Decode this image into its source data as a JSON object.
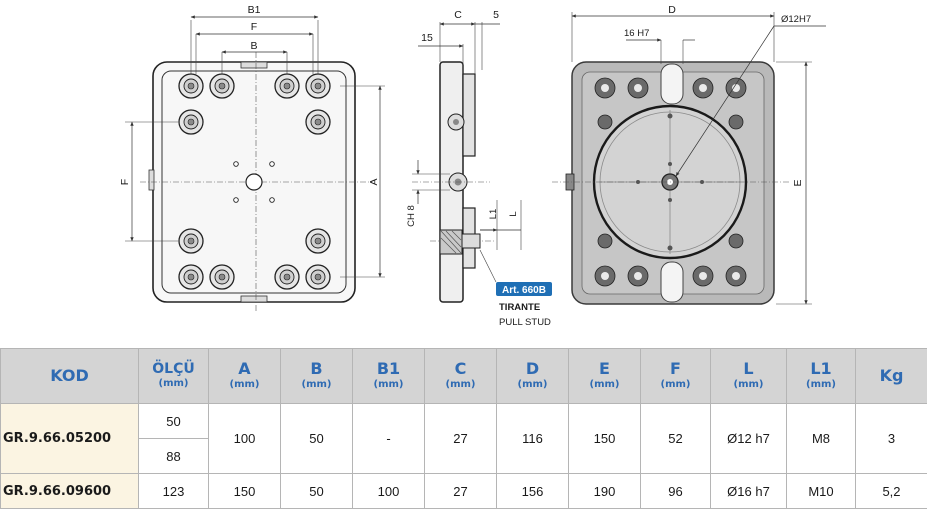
{
  "drawing": {
    "labels": {
      "b1": "B1",
      "f_top": "F",
      "b_top": "B",
      "f_side": "F",
      "a": "A",
      "c": "C",
      "five": "5",
      "fifteen": "15",
      "ch8": "CH 8",
      "l1": "L1",
      "l": "L",
      "d": "D",
      "sixteen": "16 H7",
      "phi12": "Ø12H7",
      "e": "E"
    },
    "badge": {
      "art": "Art. 660B",
      "tirante": "TIRANTE",
      "pull": "PULL STUD"
    },
    "colors": {
      "badge_bg": "#1f6fb5",
      "header_bg": "#d4d4d4",
      "header_text": "#2f6bb3",
      "code_bg": "#fbf4e2"
    }
  },
  "table": {
    "headers": [
      {
        "main": "KOD",
        "unit": ""
      },
      {
        "main": "ÖLÇÜ",
        "unit": "(mm)"
      },
      {
        "main": "A",
        "unit": "(mm)"
      },
      {
        "main": "B",
        "unit": "(mm)"
      },
      {
        "main": "B1",
        "unit": "(mm)"
      },
      {
        "main": "C",
        "unit": "(mm)"
      },
      {
        "main": "D",
        "unit": "(mm)"
      },
      {
        "main": "E",
        "unit": "(mm)"
      },
      {
        "main": "F",
        "unit": "(mm)"
      },
      {
        "main": "L",
        "unit": "(mm)"
      },
      {
        "main": "L1",
        "unit": "(mm)"
      },
      {
        "main": "Kg",
        "unit": ""
      }
    ],
    "row1": {
      "kod": "GR.9.66.05200",
      "olcu_a": "50",
      "olcu_b": "88",
      "a": "100",
      "b": "50",
      "b1": "-",
      "c": "27",
      "d": "116",
      "e": "150",
      "f": "52",
      "l": "Ø12 h7",
      "l1": "M8",
      "kg": "3"
    },
    "row2": {
      "kod": "GR.9.66.09600",
      "olcu": "123",
      "a": "150",
      "b": "50",
      "b1": "100",
      "c": "27",
      "d": "156",
      "e": "190",
      "f": "96",
      "l": "Ø16 h7",
      "l1": "M10",
      "kg": "5,2"
    }
  }
}
